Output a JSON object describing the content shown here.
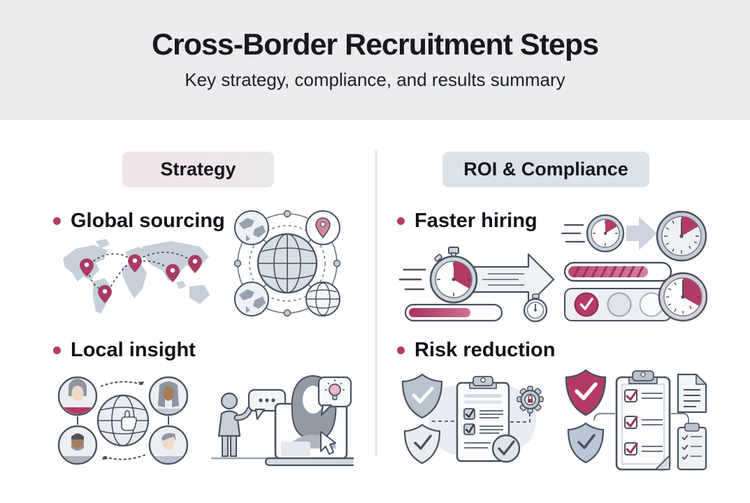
{
  "header": {
    "title": "Cross-Border Recruitment Steps",
    "subtitle": "Key strategy, compliance, and results summary"
  },
  "columns": {
    "strategy": {
      "badge": "Strategy",
      "sections": [
        {
          "label": "Global sourcing",
          "icons": [
            "world-map-pins-icon",
            "globe-network-icon"
          ]
        },
        {
          "label": "Local insight",
          "icons": [
            "avatars-around-globe-icon",
            "video-call-laptop-icon"
          ]
        }
      ]
    },
    "roi": {
      "badge": "ROI & Compliance",
      "sections": [
        {
          "label": "Faster hiring",
          "icons": [
            "speeding-stopwatch-arrow-icon",
            "clocks-progress-toggle-icon"
          ]
        },
        {
          "label": "Risk reduction",
          "icons": [
            "shields-checklist-gear-icon",
            "shield-clipboard-documents-icon"
          ]
        }
      ]
    }
  },
  "theme": {
    "accent": "#b43a66",
    "accent_light": "#cf6d8f",
    "accent_dark": "#9e2f55",
    "header_bg": "#ebecee",
    "badge_strategy_left": "#f4e2e9",
    "badge_strategy_right": "#e9e8ea",
    "badge_roi": "#dce2e9",
    "divider": "#dcdee1",
    "ill_fill": "#c7cfda",
    "ill_light": "#edf0f4",
    "outline": "#49515f",
    "text": "#17191d"
  }
}
